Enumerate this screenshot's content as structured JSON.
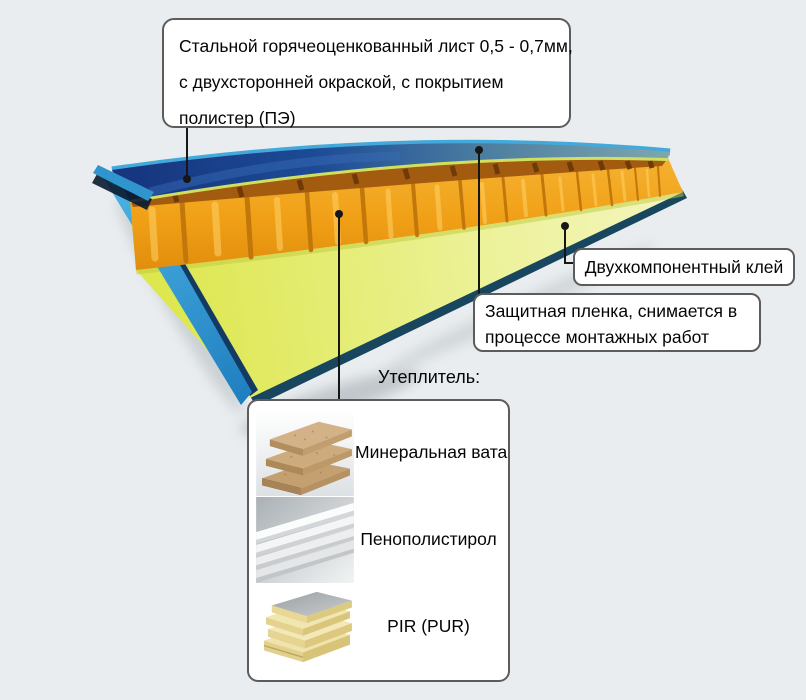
{
  "scene": {
    "background_color": "#e9edef",
    "description_type": "sandwich-panel-structure-diagram"
  },
  "callouts": {
    "steel_sheet": {
      "line1": "Стальной горячеоценкованный лист 0,5 - 0,7мм,",
      "line2": "с двухсторонней окраской, с покрытием",
      "line3": "полистер (ПЭ)"
    },
    "glue": {
      "text": "Двухкомпонентный клей"
    },
    "film": {
      "line1": "Защитная пленка, снимается в",
      "line2": "процессе монтажных работ"
    }
  },
  "insulation": {
    "title": "Утеплитель:",
    "items": [
      {
        "id": "mineral-wool",
        "label": "Минеральная вата"
      },
      {
        "id": "polystyrene",
        "label": "Пенополистирол"
      },
      {
        "id": "pir",
        "label": "PIR (PUR)"
      }
    ]
  },
  "illustration": {
    "colors": {
      "steel_top_navy": "#16367f",
      "steel_top_teal": "#7fa8ae",
      "steel_edge_light_blue": "#42a9da",
      "protective_film_yellow": "#dde74e",
      "mineral_wool_orange": "#f3a61f",
      "wool_groove_shadow": "#c1770a",
      "sheet_edge_dark_teal": "#17465e",
      "connector_line": "#161616"
    }
  }
}
